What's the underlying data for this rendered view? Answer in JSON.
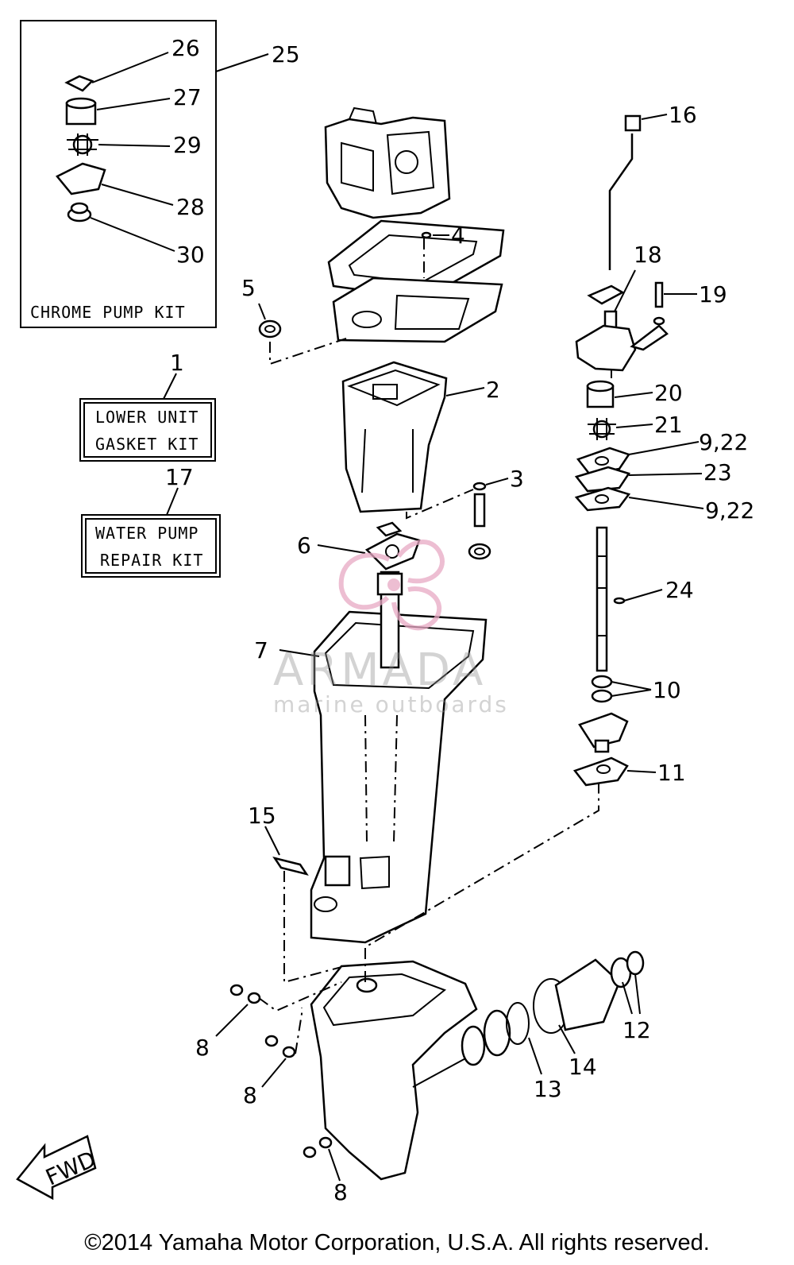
{
  "kits": {
    "chrome_pump": "CHROME PUMP KIT",
    "lower_unit_line1": "LOWER UNIT",
    "lower_unit_line2": "GASKET KIT",
    "water_pump_line1": "WATER PUMP",
    "water_pump_line2": "REPAIR KIT"
  },
  "callouts": {
    "c1": "1",
    "c2": "2",
    "c3": "3",
    "c4": "4",
    "c5": "5",
    "c6": "6",
    "c7": "7",
    "c8a": "8",
    "c8b": "8",
    "c8c": "8",
    "c10": "10",
    "c11": "11",
    "c12": "12",
    "c13": "13",
    "c14": "14",
    "c15": "15",
    "c16": "16",
    "c17": "17",
    "c18": "18",
    "c19": "19",
    "c20": "20",
    "c21": "21",
    "c9_22a": "9,22",
    "c23": "23",
    "c9_22b": "9,22",
    "c24": "24",
    "c25": "25",
    "c26": "26",
    "c27": "27",
    "c28": "28",
    "c29": "29",
    "c30": "30"
  },
  "fwd_label": "FWD",
  "watermark": {
    "brand": "ARMADA",
    "tagline": "marine outboards"
  },
  "copyright": "©2014 Yamaha Motor Corporation, U.S.A. All rights reserved."
}
